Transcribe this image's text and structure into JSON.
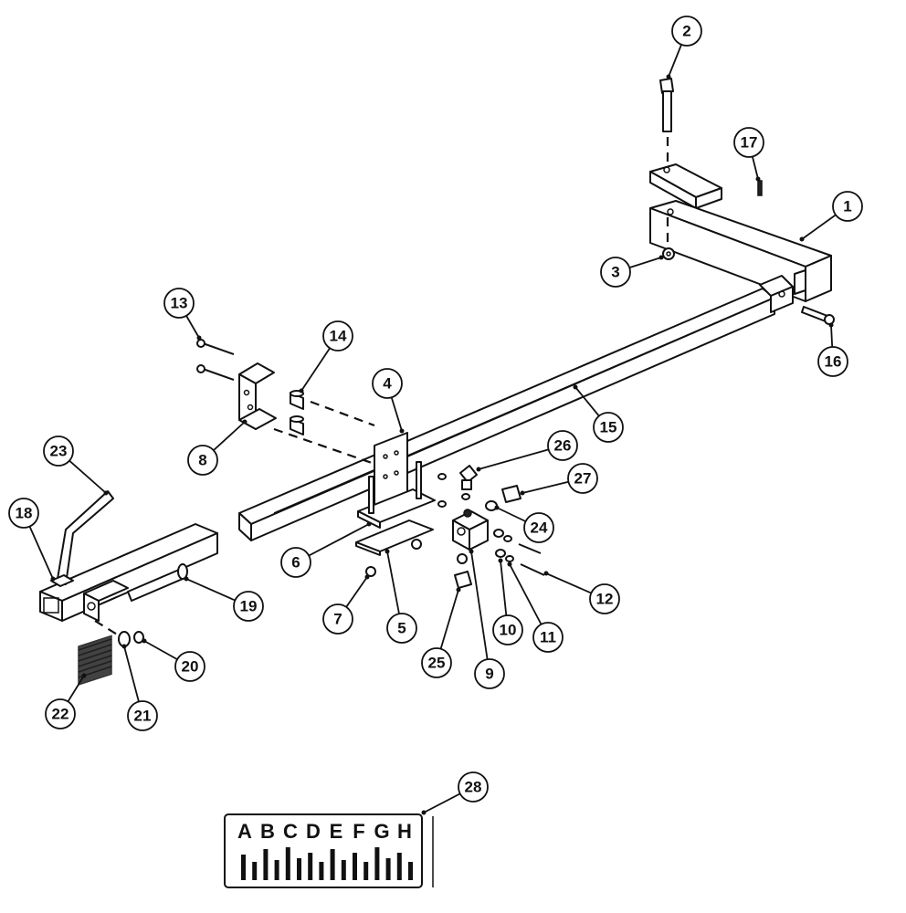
{
  "diagram": {
    "callouts": [
      {
        "id": "1",
        "label": "1"
      },
      {
        "id": "2",
        "label": "2"
      },
      {
        "id": "3",
        "label": "3"
      },
      {
        "id": "4",
        "label": "4"
      },
      {
        "id": "5",
        "label": "5"
      },
      {
        "id": "6",
        "label": "6"
      },
      {
        "id": "7",
        "label": "7"
      },
      {
        "id": "8",
        "label": "8"
      },
      {
        "id": "9",
        "label": "9"
      },
      {
        "id": "10",
        "label": "10"
      },
      {
        "id": "11",
        "label": "11"
      },
      {
        "id": "12",
        "label": "12"
      },
      {
        "id": "13",
        "label": "13"
      },
      {
        "id": "14",
        "label": "14"
      },
      {
        "id": "15",
        "label": "15"
      },
      {
        "id": "16",
        "label": "16"
      },
      {
        "id": "17",
        "label": "17"
      },
      {
        "id": "18",
        "label": "18"
      },
      {
        "id": "19",
        "label": "19"
      },
      {
        "id": "20",
        "label": "20"
      },
      {
        "id": "21",
        "label": "21"
      },
      {
        "id": "22",
        "label": "22"
      },
      {
        "id": "23",
        "label": "23"
      },
      {
        "id": "24",
        "label": "24"
      },
      {
        "id": "25",
        "label": "25"
      },
      {
        "id": "26",
        "label": "26"
      },
      {
        "id": "27",
        "label": "27"
      },
      {
        "id": "28",
        "label": "28"
      }
    ],
    "decal": {
      "letters": [
        "A",
        "B",
        "C",
        "D",
        "E",
        "F",
        "G",
        "H"
      ]
    }
  }
}
